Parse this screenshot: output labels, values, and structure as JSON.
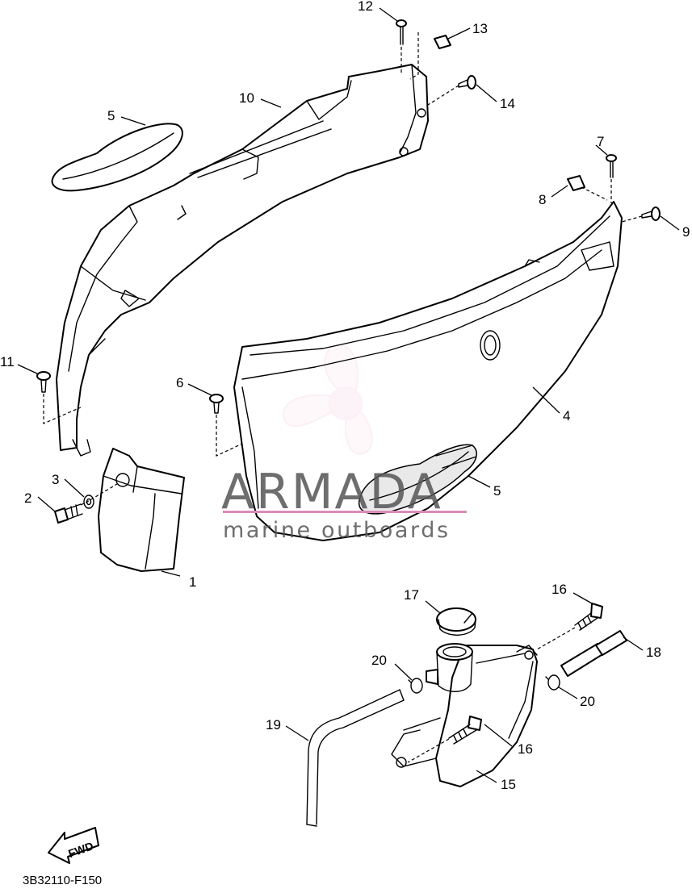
{
  "diagram_code": "3B32110-F150",
  "fwd_label": "FWD",
  "watermark": {
    "brand": "ARMADA",
    "tagline": "marine outboards",
    "logo_color": "#e9a6c8",
    "line_color": "#d98cb8"
  },
  "callouts": [
    {
      "id": "c1",
      "label": "1"
    },
    {
      "id": "c2",
      "label": "2"
    },
    {
      "id": "c3",
      "label": "3"
    },
    {
      "id": "c4",
      "label": "4"
    },
    {
      "id": "c5a",
      "label": "5"
    },
    {
      "id": "c5b",
      "label": "5"
    },
    {
      "id": "c6",
      "label": "6"
    },
    {
      "id": "c7",
      "label": "7"
    },
    {
      "id": "c8",
      "label": "8"
    },
    {
      "id": "c9",
      "label": "9"
    },
    {
      "id": "c10",
      "label": "10"
    },
    {
      "id": "c11",
      "label": "11"
    },
    {
      "id": "c12",
      "label": "12"
    },
    {
      "id": "c13",
      "label": "13"
    },
    {
      "id": "c14",
      "label": "14"
    },
    {
      "id": "c15",
      "label": "15"
    },
    {
      "id": "c16a",
      "label": "16"
    },
    {
      "id": "c16b",
      "label": "16"
    },
    {
      "id": "c17",
      "label": "17"
    },
    {
      "id": "c18",
      "label": "18"
    },
    {
      "id": "c19",
      "label": "19"
    },
    {
      "id": "c20a",
      "label": "20"
    },
    {
      "id": "c20b",
      "label": "20"
    }
  ]
}
